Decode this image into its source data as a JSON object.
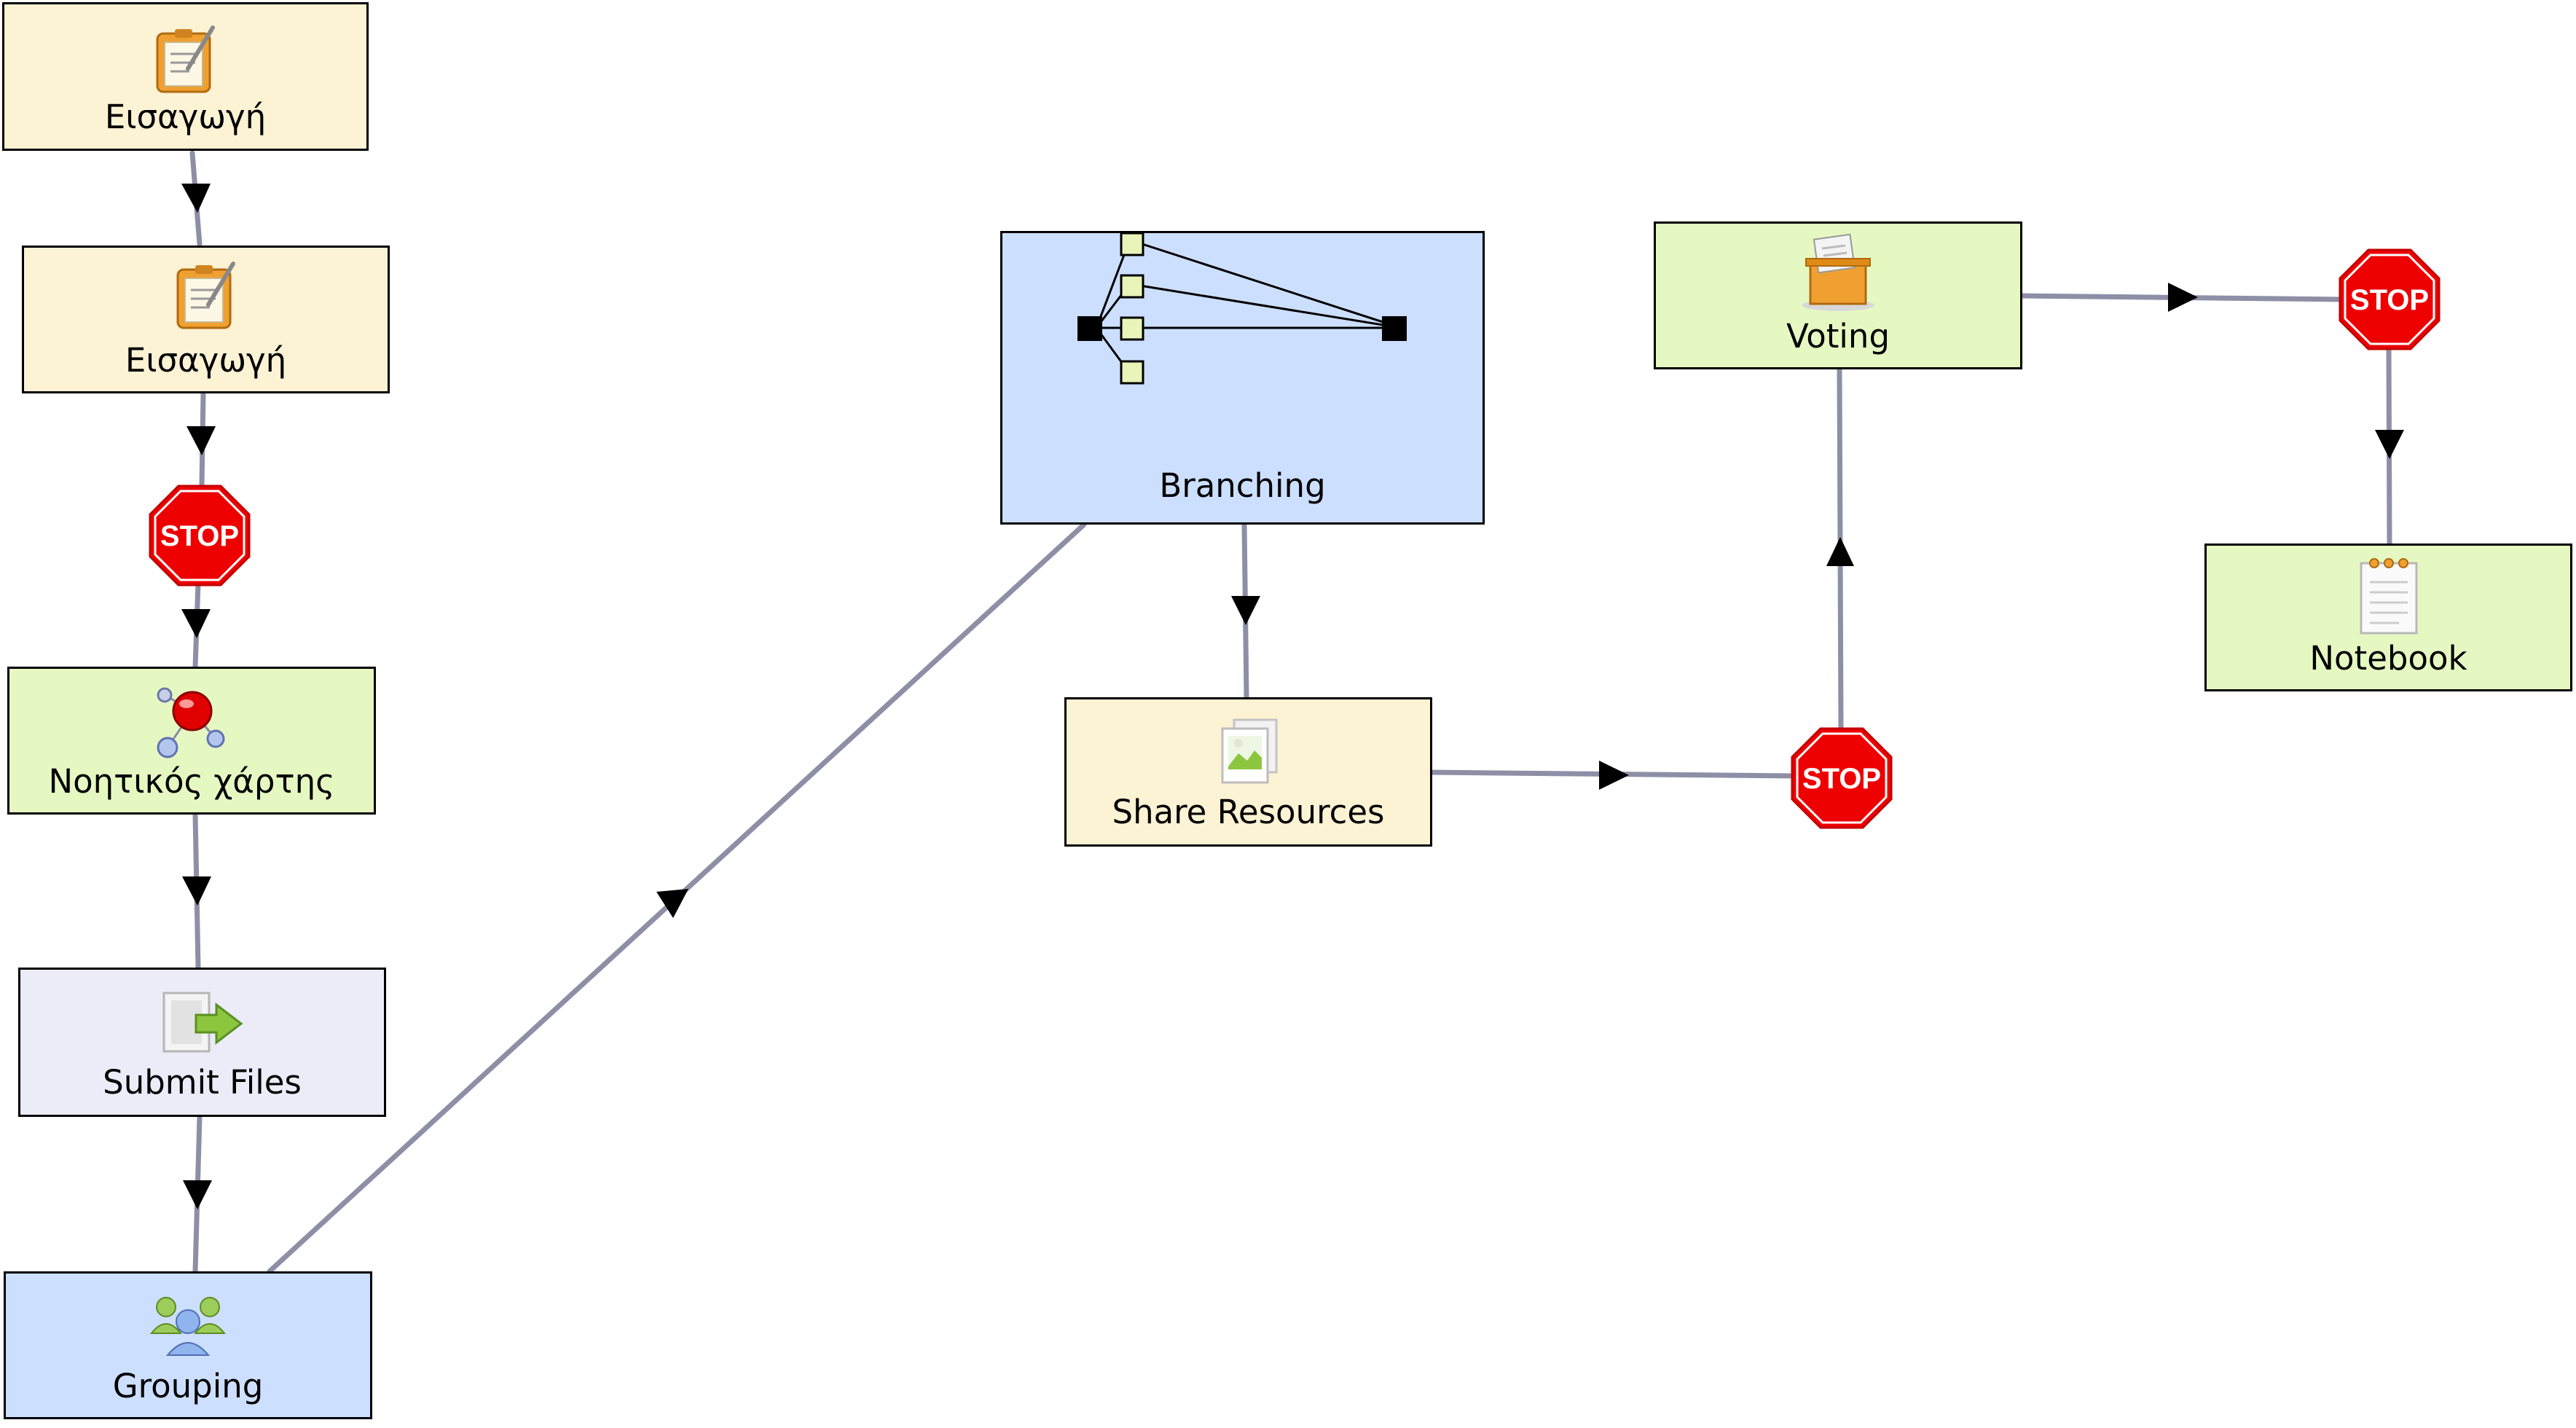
{
  "colors": {
    "cream": "#fcf2d4",
    "green": "#e6f8c2",
    "blue": "#cddfff",
    "lavender": "#ecebf8",
    "wire": "#8d8fa6",
    "stop_red": "#ee0000"
  },
  "nodes": {
    "intro1": {
      "label": "Εισαγωγή",
      "icon": "notes-icon"
    },
    "intro2": {
      "label": "Εισαγωγή",
      "icon": "notes-icon"
    },
    "mindmap": {
      "label": "Νοητικός χάρτης",
      "icon": "mindmap-icon"
    },
    "submit": {
      "label": "Submit Files",
      "icon": "submit-files-icon"
    },
    "grouping": {
      "label": "Grouping",
      "icon": "group-icon"
    },
    "branching": {
      "label": "Branching",
      "icon": "branching-icon"
    },
    "share": {
      "label": "Share Resources",
      "icon": "resources-icon"
    },
    "voting": {
      "label": "Voting",
      "icon": "ballot-box-icon"
    },
    "notebook": {
      "label": "Notebook",
      "icon": "notepad-icon"
    }
  },
  "stops": [
    {
      "label": "STOP"
    },
    {
      "label": "STOP"
    },
    {
      "label": "STOP"
    }
  ]
}
